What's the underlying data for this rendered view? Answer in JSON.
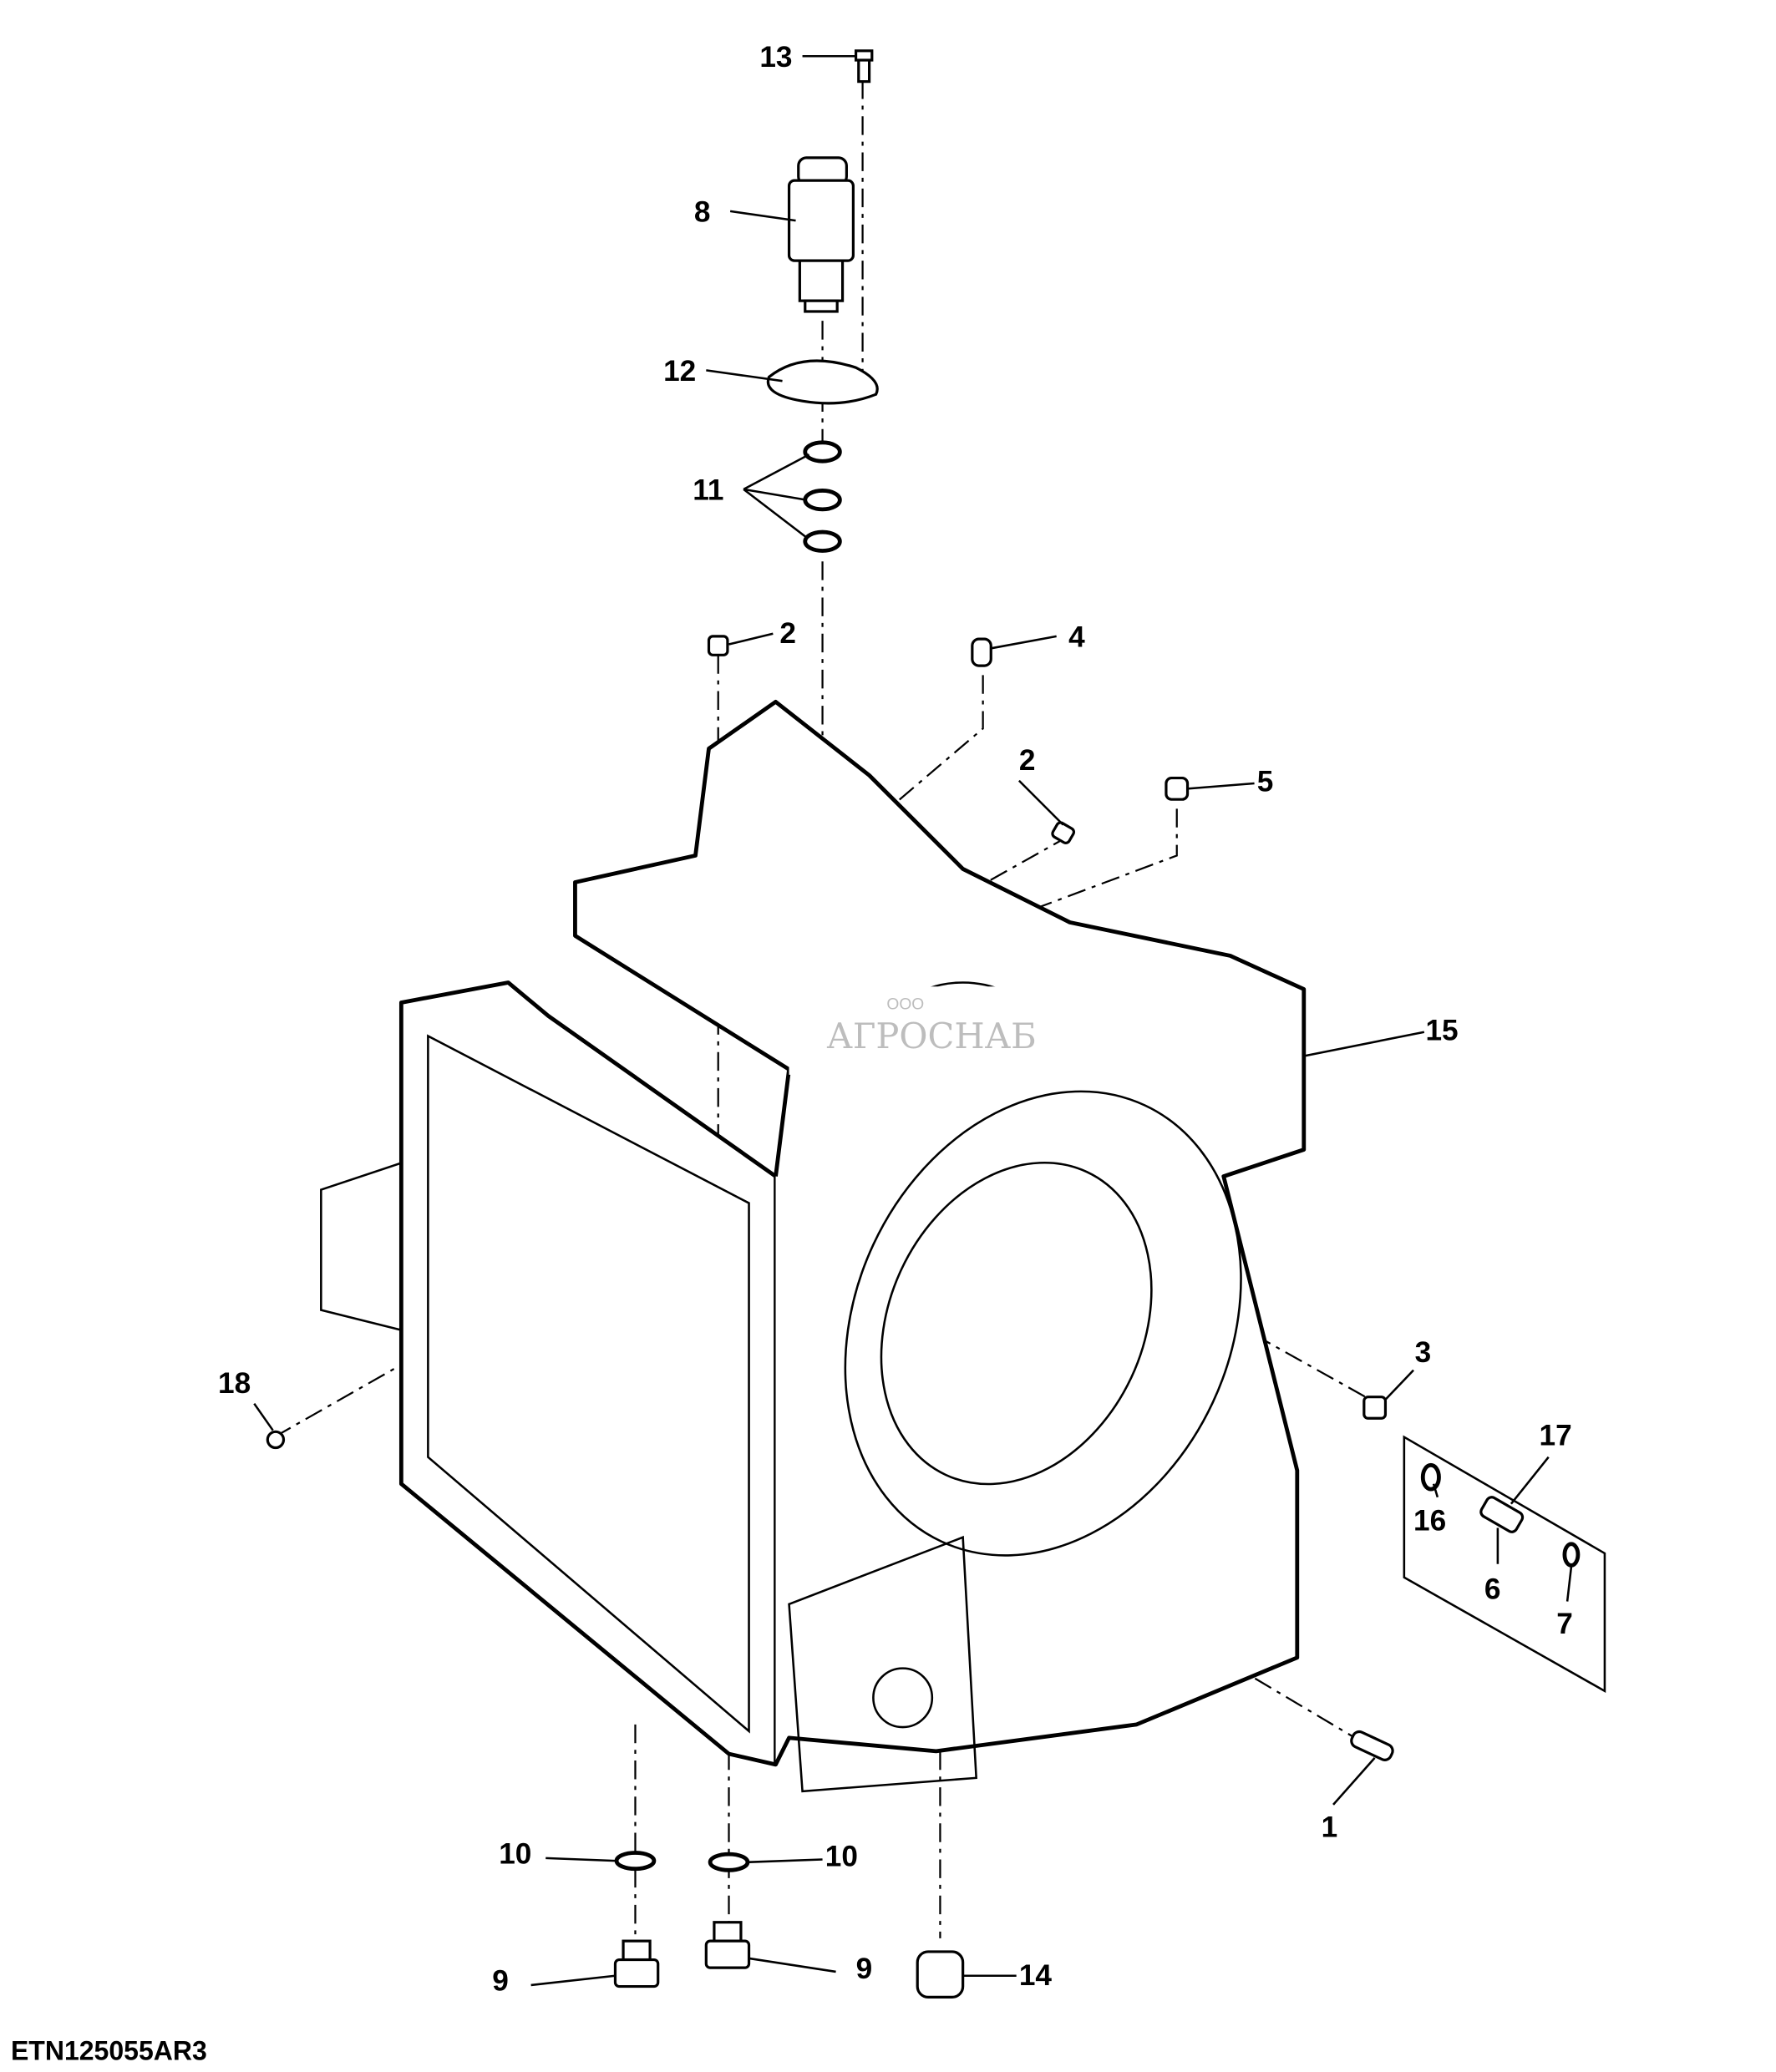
{
  "figure_id": "ETN125055AR3",
  "watermark": {
    "company_prefix": "ООО",
    "company_name": "АГРОСНАБ"
  },
  "callouts": {
    "c13": "13",
    "c8": "8",
    "c12": "12",
    "c11": "11",
    "c2a": "2",
    "c4": "4",
    "c2b": "2",
    "c5": "5",
    "c15": "15",
    "c3": "3",
    "c17": "17",
    "c16": "16",
    "c6": "6",
    "c7": "7",
    "c18": "18",
    "c1": "1",
    "c10a": "10",
    "c10b": "10",
    "c9a": "9",
    "c9b": "9",
    "c14": "14"
  }
}
